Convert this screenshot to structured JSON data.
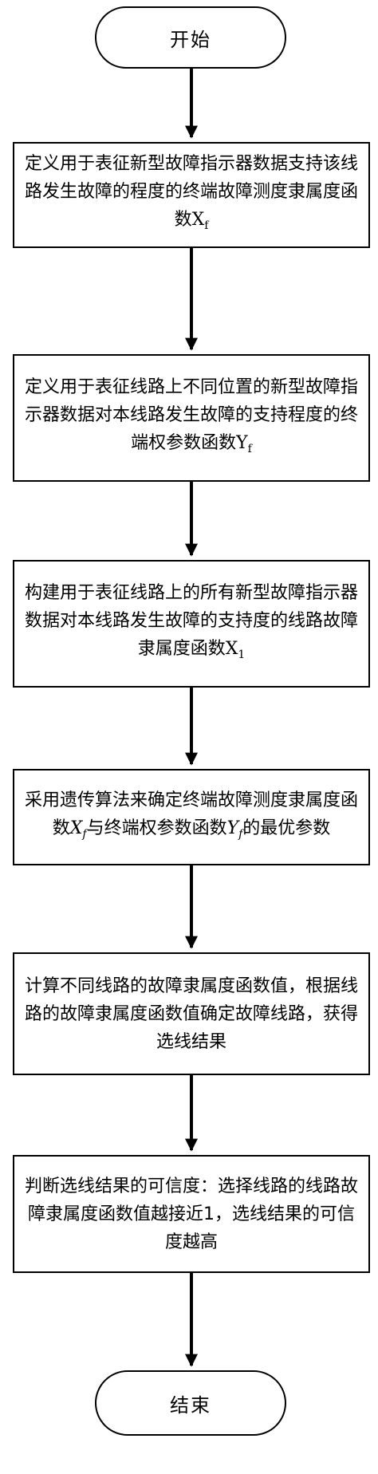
{
  "start": {
    "label": "开始"
  },
  "end": {
    "label": "结束"
  },
  "steps": [
    {
      "text_before": "定义用于表征新型故障指示器数据支持该线路发生故障的程度的终端故障测度隶属度函数",
      "var": "X",
      "sub": "f",
      "text_after": ""
    },
    {
      "text_before": "定义用于表征线路上不同位置的新型故障指示器数据对本线路发生故障的支持程度的终端权参数函数",
      "var": "Y",
      "sub": "f",
      "text_after": ""
    },
    {
      "text_before": "构建用于表征线路上的所有新型故障指示器数据对本线路发生故障的支持度的线路故障隶属度函数",
      "var": "X",
      "sub": "1",
      "text_after": ""
    },
    {
      "text_before": "采用遗传算法来确定终端故障测度隶属度函数",
      "var": "X",
      "sub": "f",
      "text_mid": "与终端权参数函数",
      "var2": "Y",
      "sub2": "f",
      "text_after": "的最优参数"
    },
    {
      "text": "计算不同线路的故障隶属度函数值，根据线路的故障隶属度函数值确定故障线路，获得选线结果"
    },
    {
      "text": "判断选线结果的可信度：选择线路的线路故障隶属度函数值越接近1，选线结果的可信度越高"
    }
  ]
}
